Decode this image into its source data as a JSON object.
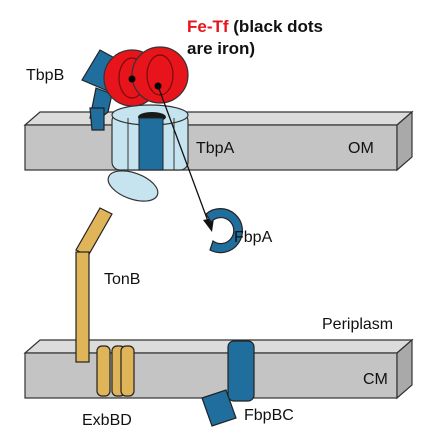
{
  "title": {
    "species": "Fe-Tf",
    "note_line1": " (black dots",
    "note_line2": "are iron)"
  },
  "labels": {
    "tbpb": "TbpB",
    "tbpa": "TbpA",
    "om": "OM",
    "fbpa": "FbpA",
    "tonb": "TonB",
    "periplasm": "Periplasm",
    "cm": "CM",
    "exbbd": "ExbBD",
    "fbpbc": "FbpBC"
  },
  "colors": {
    "membrane_top": "#dcdcdc",
    "membrane_front": "#c4c4c4",
    "membrane_side": "#a9a9a9",
    "transferrin": "#e8141b",
    "tbp_blue": "#1f6e9e",
    "tbpa_light": "#c5e4ef",
    "tonb_gold": "#e0b55a",
    "title_red": "#e8141b"
  }
}
